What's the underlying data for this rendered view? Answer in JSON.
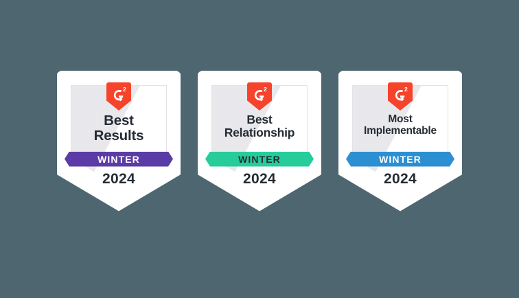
{
  "background_color": "#4d6670",
  "badges": [
    {
      "name": "best-results",
      "logo": "g2-logo-icon",
      "title_lines": [
        "Best",
        "Results"
      ],
      "title_size": "t-lg",
      "season": "WINTER",
      "year": "2024",
      "ribbon_color": "#5b3ba5",
      "ribbon_text_color": "#ffffff"
    },
    {
      "name": "best-relationship",
      "logo": "g2-logo-icon",
      "title_lines": [
        "Best",
        "Relationship"
      ],
      "title_size": "t-md",
      "season": "WINTER",
      "year": "2024",
      "ribbon_color": "#26cc9a",
      "ribbon_text_color": "#252b33"
    },
    {
      "name": "most-implementable",
      "logo": "g2-logo-icon",
      "title_lines": [
        "Most",
        "Implementable"
      ],
      "title_size": "t-sm",
      "season": "WINTER",
      "year": "2024",
      "ribbon_color": "#2c8fd1",
      "ribbon_text_color": "#ffffff"
    }
  ],
  "g2_logo": {
    "mark_color": "#f5442b",
    "letter": "G",
    "superscript": "2"
  }
}
